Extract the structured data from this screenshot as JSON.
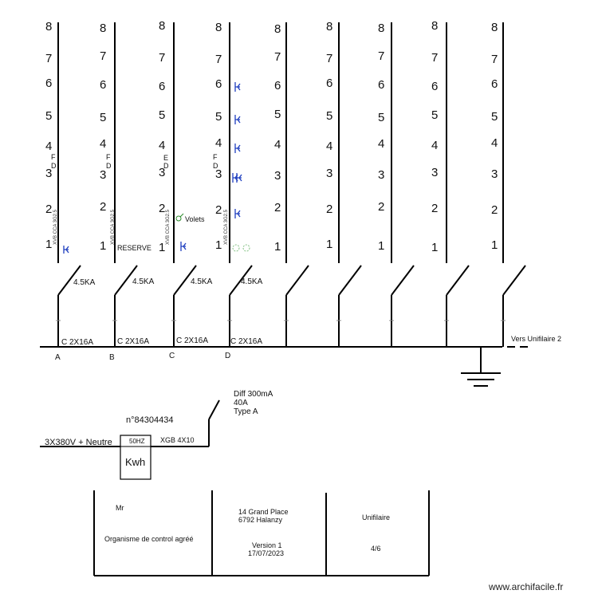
{
  "row_labels": [
    "1",
    "2",
    "3",
    "4",
    "5",
    "6",
    "7",
    "8"
  ],
  "circuits": [
    {
      "letter": "A",
      "rating": "4.5KA",
      "breaker": "C 2X16A",
      "cable": "XVB CCA 3G2.5"
    },
    {
      "letter": "B",
      "rating": "4.5KA",
      "breaker": "C 2X16A",
      "cable": "XVB CCA 3G2.5"
    },
    {
      "letter": "C",
      "rating": "4.5KA",
      "breaker": "C 2X16A",
      "cable": "XVB CCA 3G2.5"
    },
    {
      "letter": "D",
      "rating": "4.5KA",
      "breaker": "C 2X16A",
      "cable": "XVB CCA 3G2.5"
    }
  ],
  "annotations": {
    "reserve": "RESERVE",
    "volets": "Volets",
    "vers_unifilaire": "Vers Unifilaire 2"
  },
  "supply": {
    "line": "3X380V + Neutre",
    "meter_number": "n°84304434",
    "frequency": "50HZ",
    "meter_label": "Kwh",
    "cable": "XGB 4X10",
    "diff_lines": [
      "Diff 300mA",
      "40A",
      "Type A"
    ]
  },
  "title_block": {
    "owner": "Mr",
    "organisme": "Organisme de control agréé",
    "address_1": "14 Grand Place",
    "address_2": "6792 Halanzy",
    "version": "Version 1",
    "date": "17/07/2023",
    "doc_type": "Unifilaire",
    "page": "4/6"
  },
  "watermark": "www.archifacile.fr",
  "icons": [
    "socket-icon",
    "light-icon",
    "ground-icon",
    "switch-icon"
  ]
}
